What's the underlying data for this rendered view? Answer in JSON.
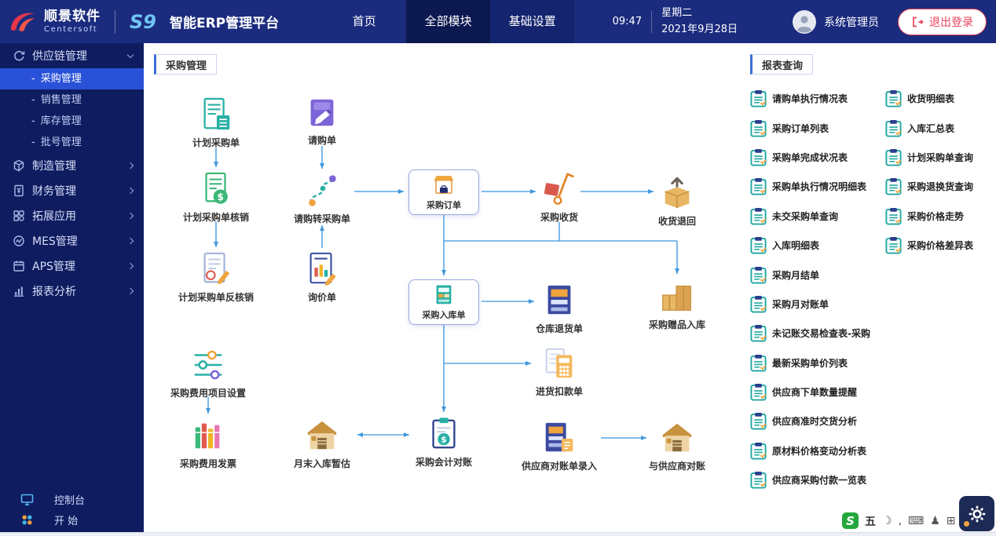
{
  "colors": {
    "header_bg": "#1b2b7e",
    "nav_active_bg": "#0c1850",
    "sidebar_bg": "#0f1d60",
    "sidebar_active_bg": "#2a52d8",
    "accent_red": "#e8435a",
    "flow_arrow_blue": "#58a7e6",
    "report_icon_teal": "#1fa7a0",
    "gear_tile_bg": "#1d2a56",
    "ime_badge_green": "#23a83c"
  },
  "header": {
    "brand": {
      "name_cn": "顺景软件",
      "name_en": "Centersoft",
      "product": "S9",
      "platform": "智能ERP管理平台"
    },
    "nav": [
      {
        "label": "首页"
      },
      {
        "label": "全部模块"
      },
      {
        "label": "基础设置"
      }
    ],
    "clock": {
      "time": "09:47",
      "weekday": "星期二",
      "date": "2021年9月28日"
    },
    "user_name": "系统管理员",
    "logout_label": "退出登录"
  },
  "sidebar": {
    "groups": [
      {
        "label": "供应链管理",
        "icon": "supply-chain-icon",
        "expanded": true,
        "children": [
          {
            "label": "采购管理",
            "active": true
          },
          {
            "label": "销售管理"
          },
          {
            "label": "库存管理"
          },
          {
            "label": "批号管理"
          }
        ]
      },
      {
        "label": "制造管理",
        "icon": "manufacturing-icon"
      },
      {
        "label": "财务管理",
        "icon": "finance-icon"
      },
      {
        "label": "拓展应用",
        "icon": "extensions-icon"
      },
      {
        "label": "MES管理",
        "icon": "mes-icon"
      },
      {
        "label": "APS管理",
        "icon": "aps-icon"
      },
      {
        "label": "报表分析",
        "icon": "report-analysis-icon"
      }
    ],
    "footer": {
      "console": "控制台",
      "start": "开 始"
    }
  },
  "flow": {
    "title": "采购管理",
    "nodes": [
      {
        "label": "计划采购单",
        "icon": "receipt-calculator-icon"
      },
      {
        "label": "请购单",
        "icon": "requisition-pad-icon"
      },
      {
        "label": "计划采购单核销",
        "icon": "money-document-icon"
      },
      {
        "label": "请购转采购单",
        "icon": "route-icon"
      },
      {
        "label": "采购订单",
        "icon": "storefront-cart-icon",
        "highlighted": true
      },
      {
        "label": "采购收货",
        "icon": "hand-truck-icon"
      },
      {
        "label": "收货退回",
        "icon": "return-box-icon"
      },
      {
        "label": "计划采购单反核销",
        "icon": "document-stamp-pencil-icon"
      },
      {
        "label": "询价单",
        "icon": "inquiry-document-icon"
      },
      {
        "label": "采购入库单",
        "icon": "teal-cabinet-icon",
        "highlighted": true
      },
      {
        "label": "仓库退货单",
        "icon": "navy-cabinet-icon"
      },
      {
        "label": "采购赠品入库",
        "icon": "stacked-boxes-icon"
      },
      {
        "label": "进货扣款单",
        "icon": "calculator-icon"
      },
      {
        "label": "采购费用项目设置",
        "icon": "sliders-icon"
      },
      {
        "label": "采购费用发票",
        "icon": "invoice-bars-icon"
      },
      {
        "label": "月末入库暂估",
        "icon": "warehouse-icon"
      },
      {
        "label": "采购会计对账",
        "icon": "clipboard-dollar-icon"
      },
      {
        "label": "供应商对账单录入",
        "icon": "cabinet-entry-icon"
      },
      {
        "label": "与供应商对账",
        "icon": "warehouse-icon"
      }
    ]
  },
  "reports": {
    "title": "报表查询",
    "col1": [
      "请购单执行情况表",
      "采购订单列表",
      "采购单完成状况表",
      "采购单执行情况明细表",
      "未交采购单查询",
      "入库明细表",
      "采购月结单",
      "采购月对账单",
      "未记账交易检查表-采购",
      "最新采购单价列表",
      "供应商下单数量提醒",
      "供应商准时交货分析",
      "原材料价格变动分析表",
      "供应商采购付款一览表"
    ],
    "col2": [
      "收货明细表",
      "入库汇总表",
      "计划采购单查询",
      "采购退换货查询",
      "采购价格走势",
      "采购价格差异表"
    ]
  },
  "taskbar": {
    "ime_badge": "S",
    "ime_mode": "五",
    "items": [
      {
        "name": "moon-icon",
        "glyph": "☽"
      },
      {
        "name": "punctuation-icon",
        "glyph": ","
      },
      {
        "name": "keyboard-icon",
        "glyph": "⌨"
      },
      {
        "name": "user-icon",
        "glyph": "♟"
      },
      {
        "name": "grid-icon",
        "glyph": "⊞"
      }
    ]
  }
}
